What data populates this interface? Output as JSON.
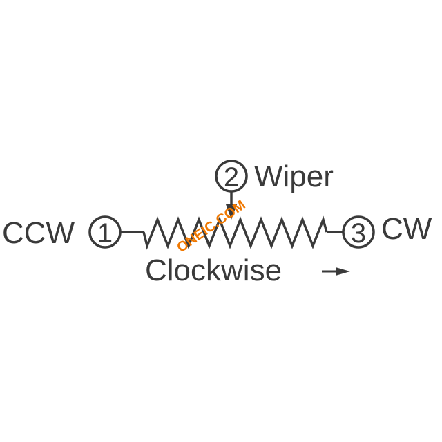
{
  "diagram": {
    "pins": [
      {
        "number": "1",
        "label": "CCW"
      },
      {
        "number": "2",
        "label": "Wiper"
      },
      {
        "number": "3",
        "label": "CW"
      }
    ],
    "direction_label": "Clockwise",
    "direction_arrow": "→"
  },
  "watermark": {
    "text": "ONEIC.COM"
  },
  "colors": {
    "stroke": "#3a3a3a",
    "text": "#3a3a3a",
    "watermark": "#f07800",
    "background": "#ffffff"
  }
}
